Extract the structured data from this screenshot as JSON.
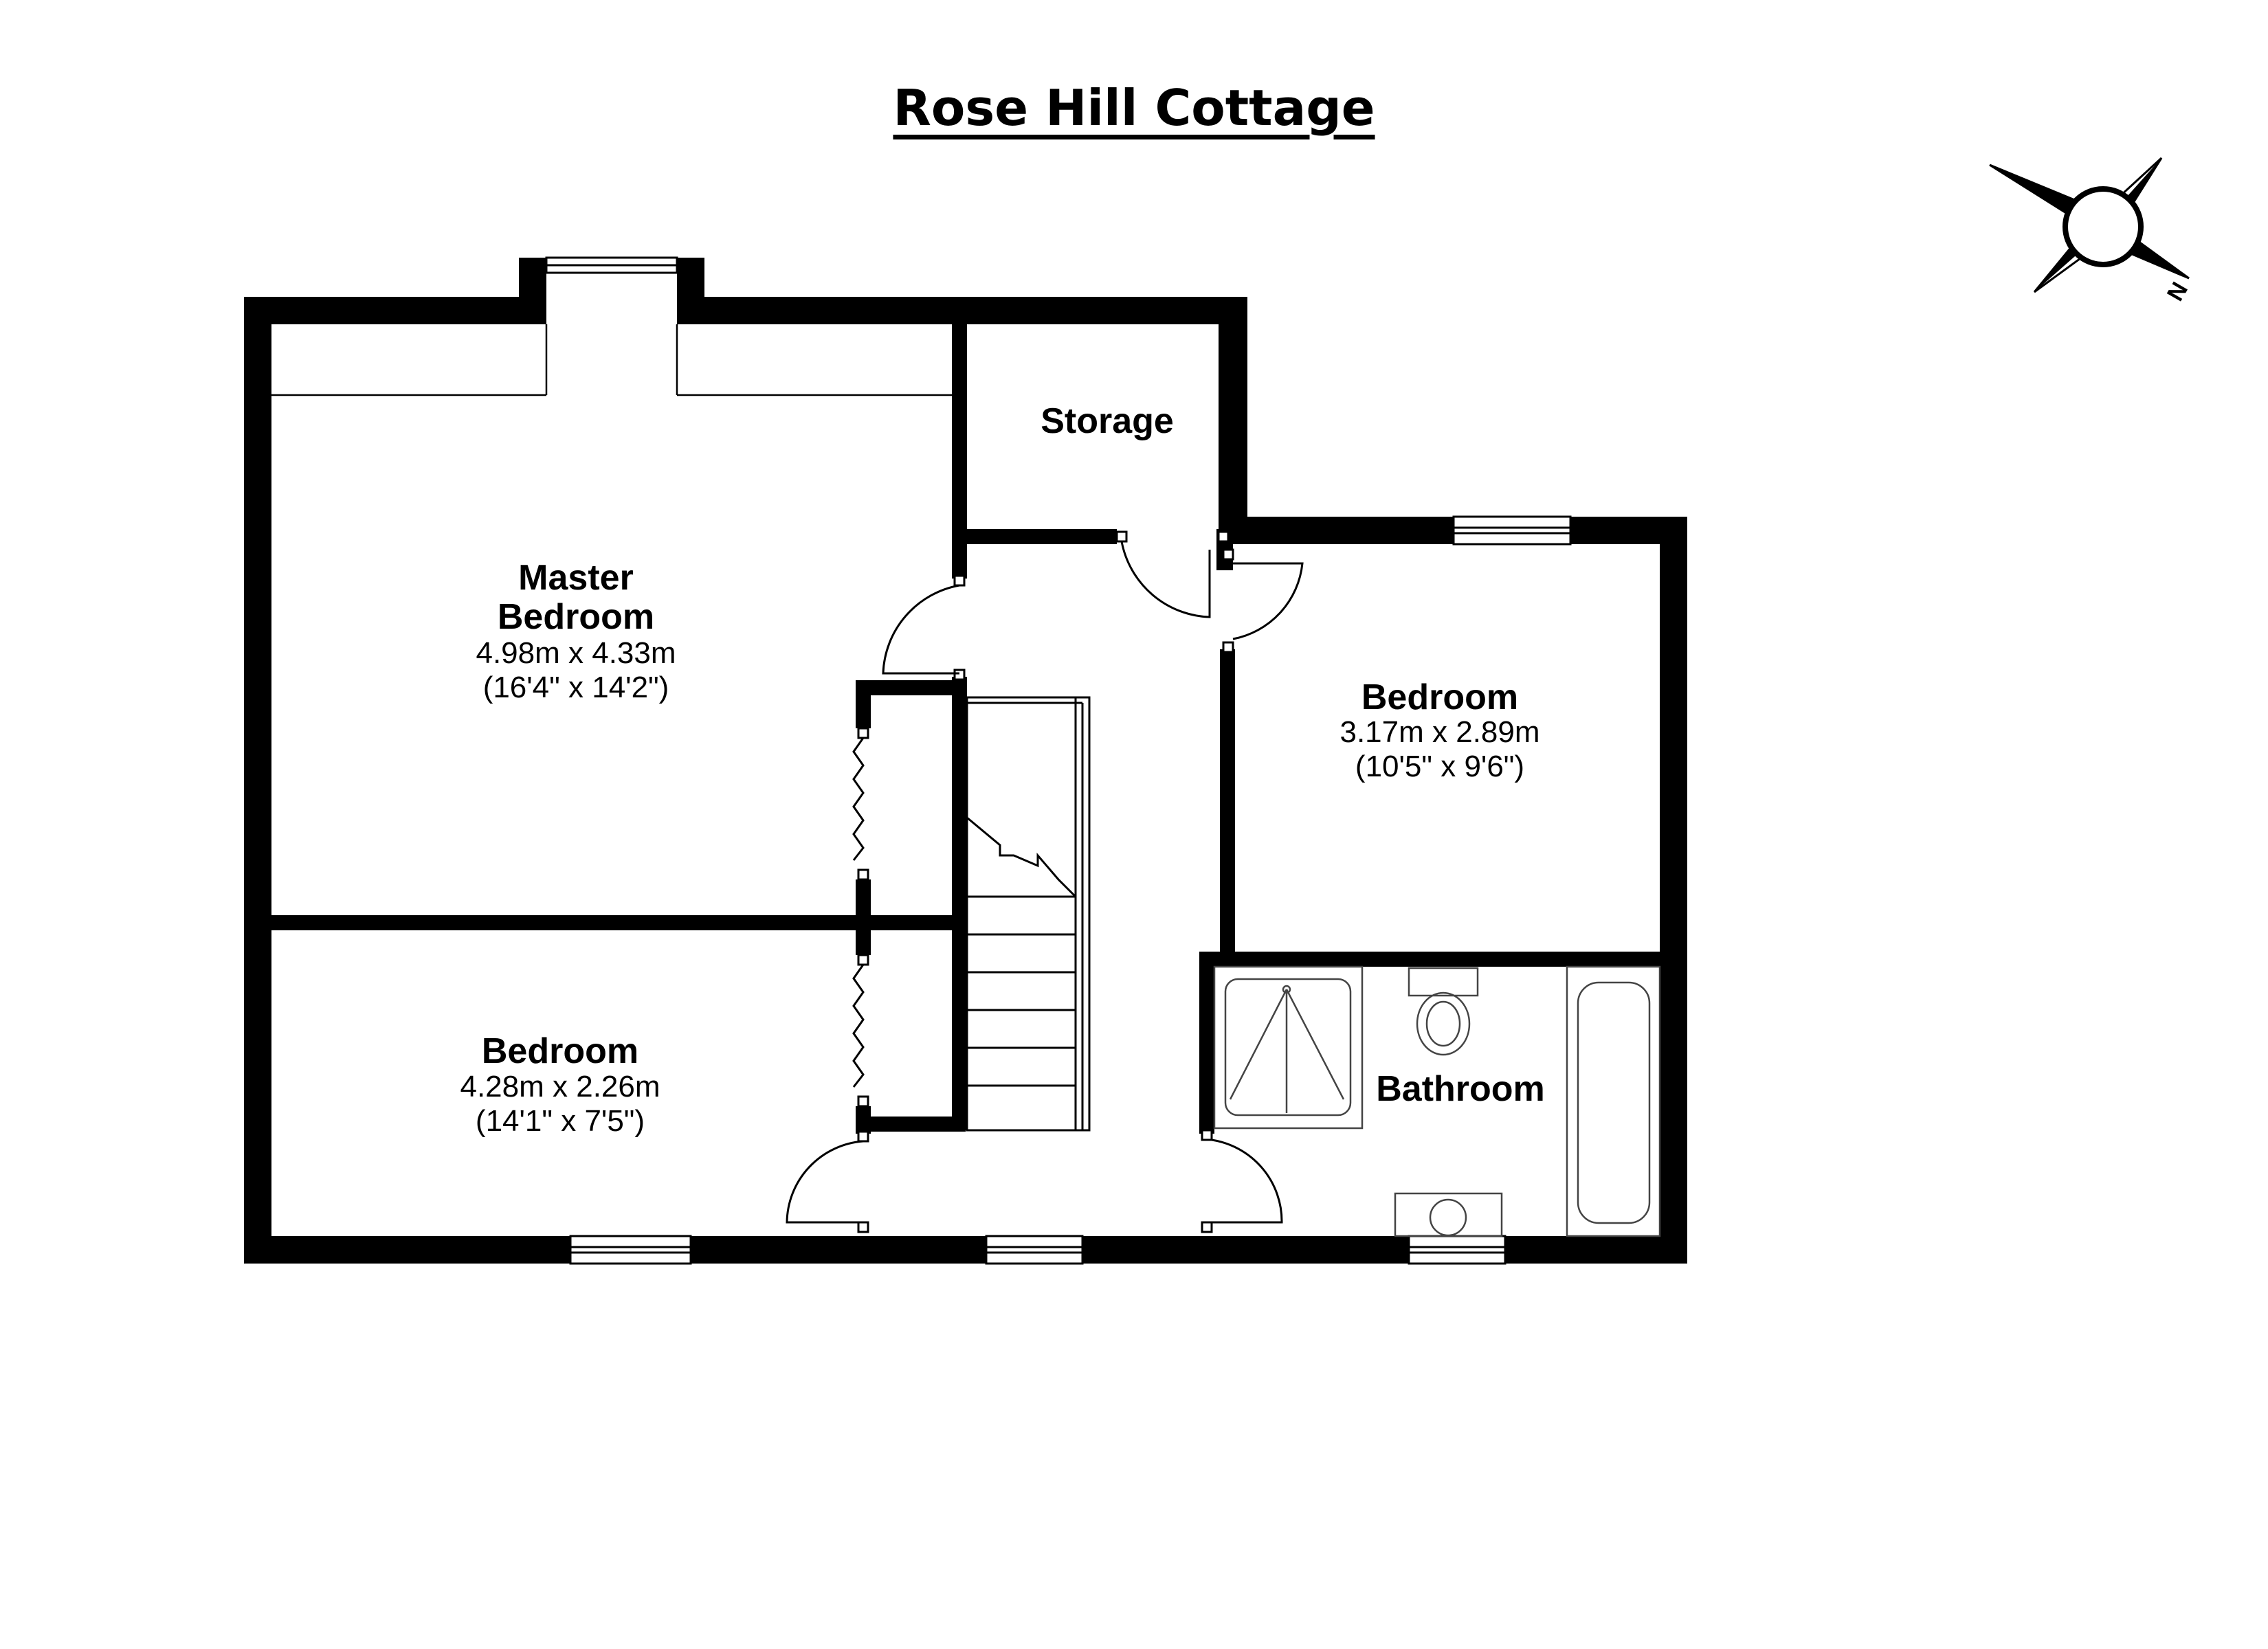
{
  "title": "Rose Hill Cottage",
  "compass": {
    "north_label": "N",
    "icon": "compass-rose-icon"
  },
  "rooms": {
    "master_bedroom": {
      "name_line1": "Master",
      "name_line2": "Bedroom",
      "dim_metric": "4.98m x 4.33m",
      "dim_imperial": "(16'4\" x 14'2\")"
    },
    "storage": {
      "name": "Storage"
    },
    "bedroom_right": {
      "name": "Bedroom",
      "dim_metric": "3.17m x 2.89m",
      "dim_imperial": "(10'5\" x 9'6\")"
    },
    "bedroom_lower": {
      "name": "Bedroom",
      "dim_metric": "4.28m x 2.26m",
      "dim_imperial": "(14'1\" x 7'5\")"
    },
    "bathroom": {
      "name": "Bathroom"
    }
  },
  "colors": {
    "wall": "#000000",
    "background": "#ffffff",
    "fixture_stroke": "#333333"
  }
}
